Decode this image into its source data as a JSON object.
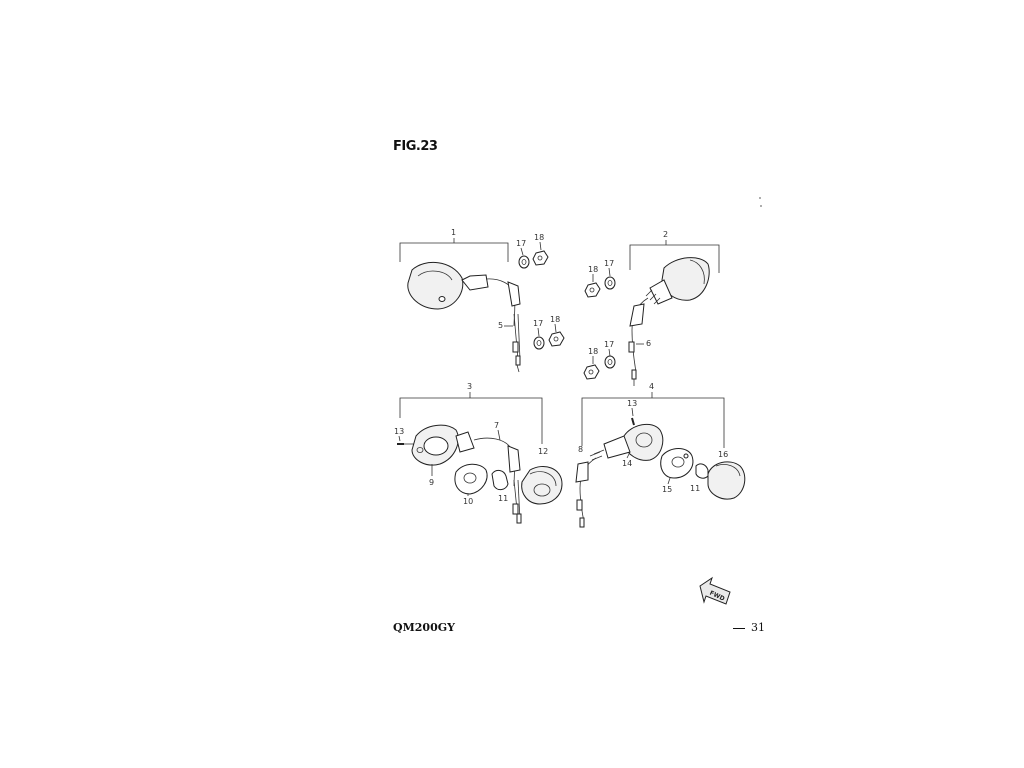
{
  "header": {
    "figure": "FIG.23"
  },
  "footer": {
    "model": "QM200GY",
    "page": "31"
  },
  "callouts": {
    "c1": "1",
    "c2": "2",
    "c3": "3",
    "c4": "4",
    "c5": "5",
    "c6": "6",
    "c7": "7",
    "c8": "8",
    "c9": "9",
    "c10": "10",
    "c11a": "11",
    "c11b": "11",
    "c12": "12",
    "c13a": "13",
    "c13b": "13",
    "c14": "14",
    "c15": "15",
    "c16": "16",
    "c17a": "17",
    "c17b": "17",
    "c17c": "17",
    "c17d": "17",
    "c18a": "18",
    "c18b": "18",
    "c18c": "18",
    "c18d": "18"
  },
  "arrow": {
    "label": "FWD"
  }
}
